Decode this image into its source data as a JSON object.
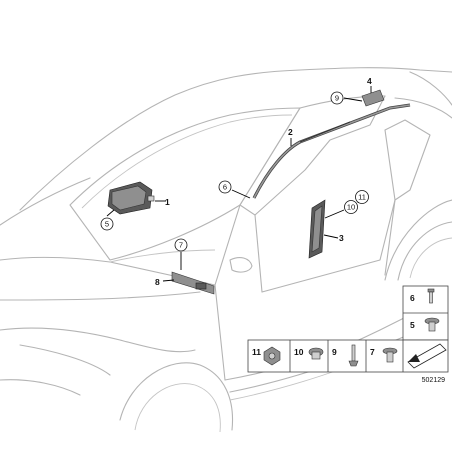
{
  "callouts": {
    "c1": "1",
    "c2": "2",
    "c3": "3",
    "c4": "4",
    "c5": "5",
    "c6": "6",
    "c7": "7",
    "c8": "8",
    "c9": "9",
    "c10": "10",
    "c11": "11"
  },
  "parts_panel": {
    "right": [
      "6",
      "5"
    ],
    "bottom": [
      "11",
      "10",
      "9",
      "7"
    ]
  },
  "reference_number": "502129"
}
